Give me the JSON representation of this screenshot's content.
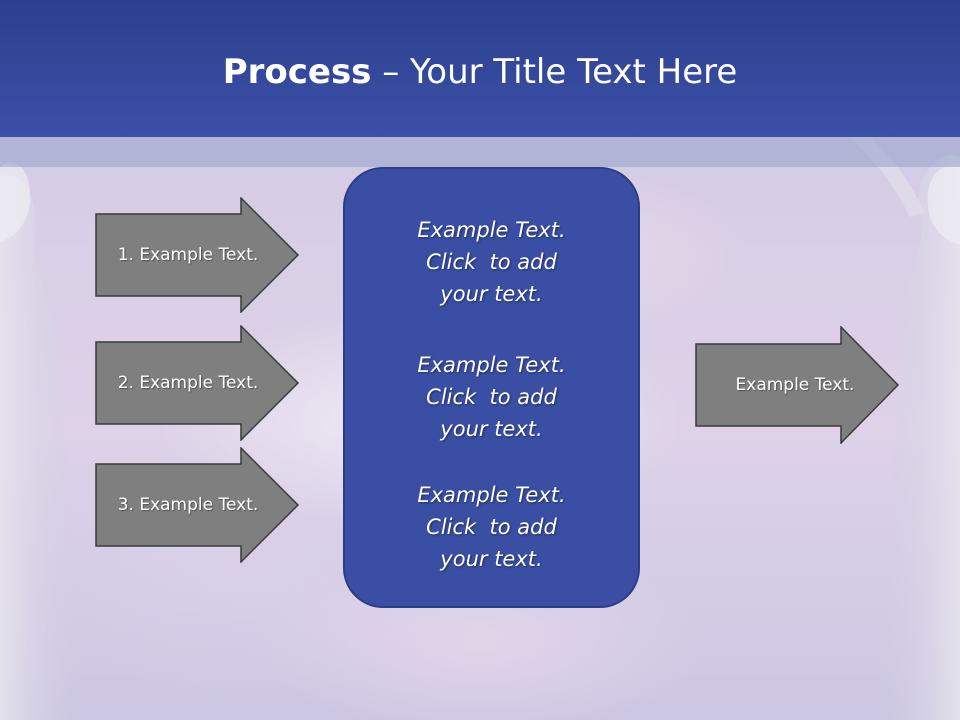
{
  "slide": {
    "title_bold": "Process",
    "title_rest": " – Your Title Text Here"
  },
  "left_arrows": [
    {
      "label": "1. Example Text."
    },
    {
      "label": "2. Example Text."
    },
    {
      "label": "3. Example Text."
    }
  ],
  "center_box": {
    "items": [
      {
        "line1": "Example Text.",
        "line2": "Click  to add",
        "line3": "your text."
      },
      {
        "line1": "Example Text.",
        "line2": "Click  to add",
        "line3": "your text."
      },
      {
        "line1": "Example Text.",
        "line2": "Click  to add",
        "line3": "your text."
      }
    ]
  },
  "right_arrow": {
    "label": "Example Text."
  },
  "colors": {
    "header": "#3b50a7",
    "center_box": "#3a4fa4",
    "arrow_fill": "#7f7f7f",
    "text": "#ffffff"
  }
}
